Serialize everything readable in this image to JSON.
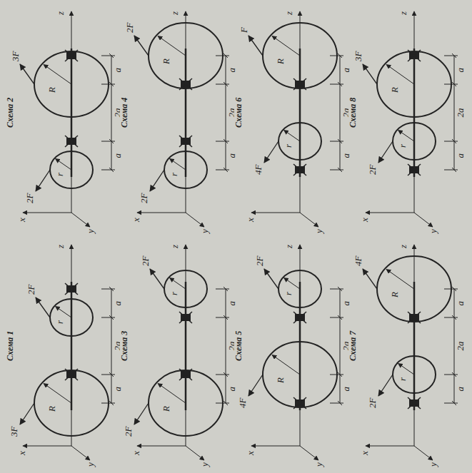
{
  "diagram": {
    "labels": [
      "Схема 1",
      "x",
      "y",
      "z",
      "R",
      "3F",
      "r",
      "2F",
      "a",
      "2a",
      "a",
      "Схема 2",
      "x",
      "y",
      "z",
      "r",
      "2F",
      "R",
      "3F",
      "a",
      "2a",
      "a",
      "Схема 3",
      "x",
      "y",
      "z",
      "R",
      "2F",
      "r",
      "2F",
      "a",
      "2a",
      "a",
      "Схема 4",
      "x",
      "y",
      "z",
      "r",
      "2F",
      "R",
      "2F",
      "a",
      "2a",
      "a",
      "Схема 5",
      "x",
      "y",
      "z",
      "R",
      "4F",
      "r",
      "2F",
      "a",
      "2a",
      "a",
      "Схема 6",
      "x",
      "y",
      "z",
      "r",
      "4F",
      "R",
      "F",
      "a",
      "2a",
      "a",
      "Схема 7",
      "x",
      "y",
      "z",
      "r",
      "2F",
      "R",
      "4F",
      "a",
      "2a",
      "a",
      "Схема 8",
      "x",
      "y",
      "z",
      "r",
      "2F",
      "R",
      "3F",
      "a",
      "2a",
      "a"
    ]
  }
}
